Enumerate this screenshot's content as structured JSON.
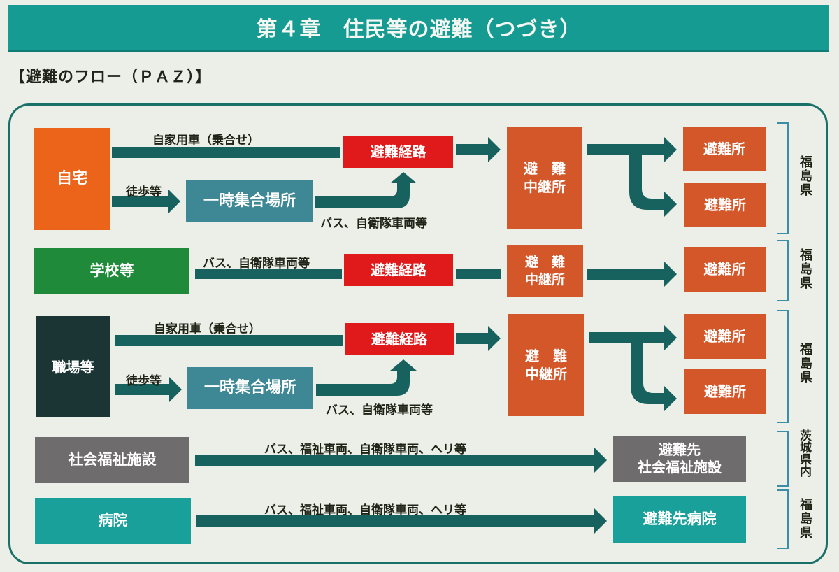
{
  "header": {
    "title": "第４章　住民等の避難（つづき）"
  },
  "subtitle": "【避難のフロー（ＰＡＺ）】",
  "colors": {
    "teal_header": "#169b93",
    "arrow": "#17615e",
    "home": "#eb6419",
    "school": "#1e8a3a",
    "workplace": "#1a3534",
    "welfare": "#6f6c6e",
    "hospital": "#1aa09a",
    "assembly": "#3d8894",
    "route": "#e01a1a",
    "relay": "#d4572a"
  },
  "rows": {
    "home": {
      "origin": "自宅",
      "car_label": "自家用車（乗合せ）",
      "walk_label": "徒歩等",
      "assembly": "一時集合場所",
      "bus_label": "バス、自衛隊車両等",
      "route": "避難経路",
      "relay": "避　難\n中継所",
      "shelters": [
        "避難所",
        "避難所"
      ],
      "region": "福島県"
    },
    "school": {
      "origin": "学校等",
      "bus_label": "バス、自衛隊車両等",
      "route": "避難経路",
      "relay": "避　難\n中継所",
      "shelters": [
        "避難所"
      ],
      "region": "福島県"
    },
    "workplace": {
      "origin": "職場等",
      "car_label": "自家用車（乗合せ）",
      "walk_label": "徒歩等",
      "assembly": "一時集合場所",
      "bus_label": "バス、自衛隊車両等",
      "route": "避難経路",
      "relay": "避　難\n中継所",
      "shelters": [
        "避難所",
        "避難所"
      ],
      "region": "福島県"
    },
    "welfare": {
      "origin": "社会福祉施設",
      "transport_label": "バス、福祉車両、自衛隊車両、ヘリ等",
      "destination": "避難先\n社会福祉施設",
      "region": "茨城県内"
    },
    "hospital": {
      "origin": "病院",
      "transport_label": "バス、福祉車両、自衛隊車両、ヘリ等",
      "destination": "避難先病院",
      "region": "福島県"
    }
  }
}
